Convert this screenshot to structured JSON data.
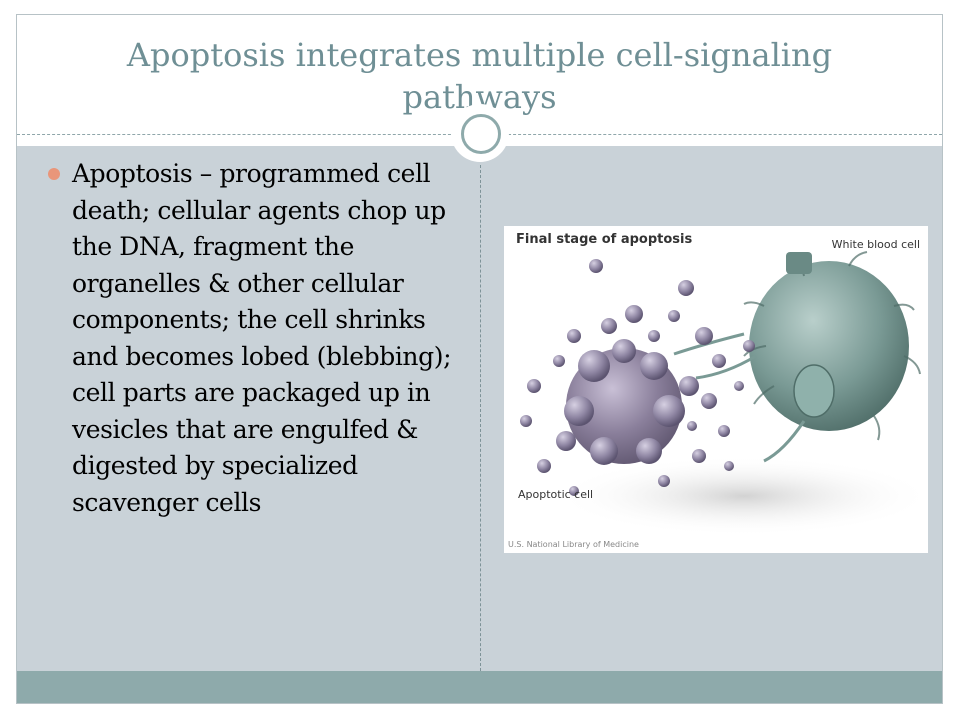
{
  "slide": {
    "title": "Apoptosis integrates multiple cell-signaling pathways",
    "bullet": "Apoptosis – programmed cell death; cellular agents chop up the DNA, fragment the organelles & other cellular components; the cell shrinks and becomes lobed (blebbing);  cell parts are packaged up in vesicles that are engulfed & digested by specialized scavenger cells"
  },
  "figure": {
    "title": "Final stage of apoptosis",
    "label_white_blood_cell": "White blood cell",
    "label_apoptotic_cell": "Apoptotic cell",
    "credit": "U.S. National Library of Medicine"
  },
  "colors": {
    "title_text": "#6f8f95",
    "content_background": "#c9d2d8",
    "footer_bar": "#8eaaab",
    "bullet": "#e9967a",
    "apoptotic_cell": "#8a7f9b",
    "white_blood_cell": "#7a9a95"
  }
}
